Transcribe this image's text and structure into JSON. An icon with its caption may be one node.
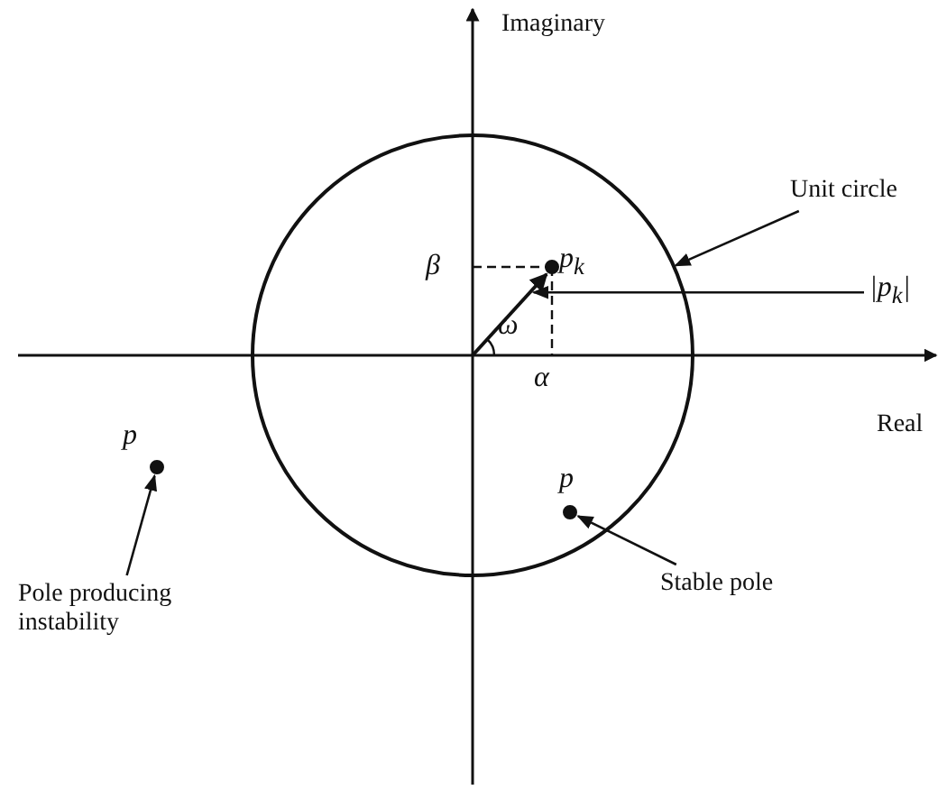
{
  "diagram": {
    "nodes": [
      {
        "text": [
          "Unit circle"
        ]
      },
      {
        "text": [],
        "shape": "circle"
      },
      {
        "text": [],
        "shape": "circle",
        "beside": [
          "p$_{k}$"
        ],
        "in": 1
      },
      {
        "text": [],
        "shape": "arrow",
        "in": 1
      },
      {
        "text": [
          "|p$_{k}$|"
        ]
      },
      {
        "text": [],
        "shape": "circle",
        "beside": [
          "p"
        ],
        "in": 1
      },
      {
        "text": [
          "Stable pole"
        ]
      },
      {
        "text": [],
        "shape": "circle",
        "beside": [
          "p"
        ]
      },
      {
        "text": [
          "Pole producing instability"
        ]
      }
    ],
    "edges": [
      {
        "from": 0,
        "to": 1,
        "arrow": "to"
      },
      {
        "from": 4,
        "to": 3,
        "arrow": "to"
      },
      {
        "from": 6,
        "to": 5,
        "arrow": "to"
      },
      {
        "from": 8,
        "to": 7,
        "arrow": "to"
      }
    ],
    "labels": [
      "Imaginary",
      "Real",
      "β",
      "α",
      "ω"
    ]
  }
}
